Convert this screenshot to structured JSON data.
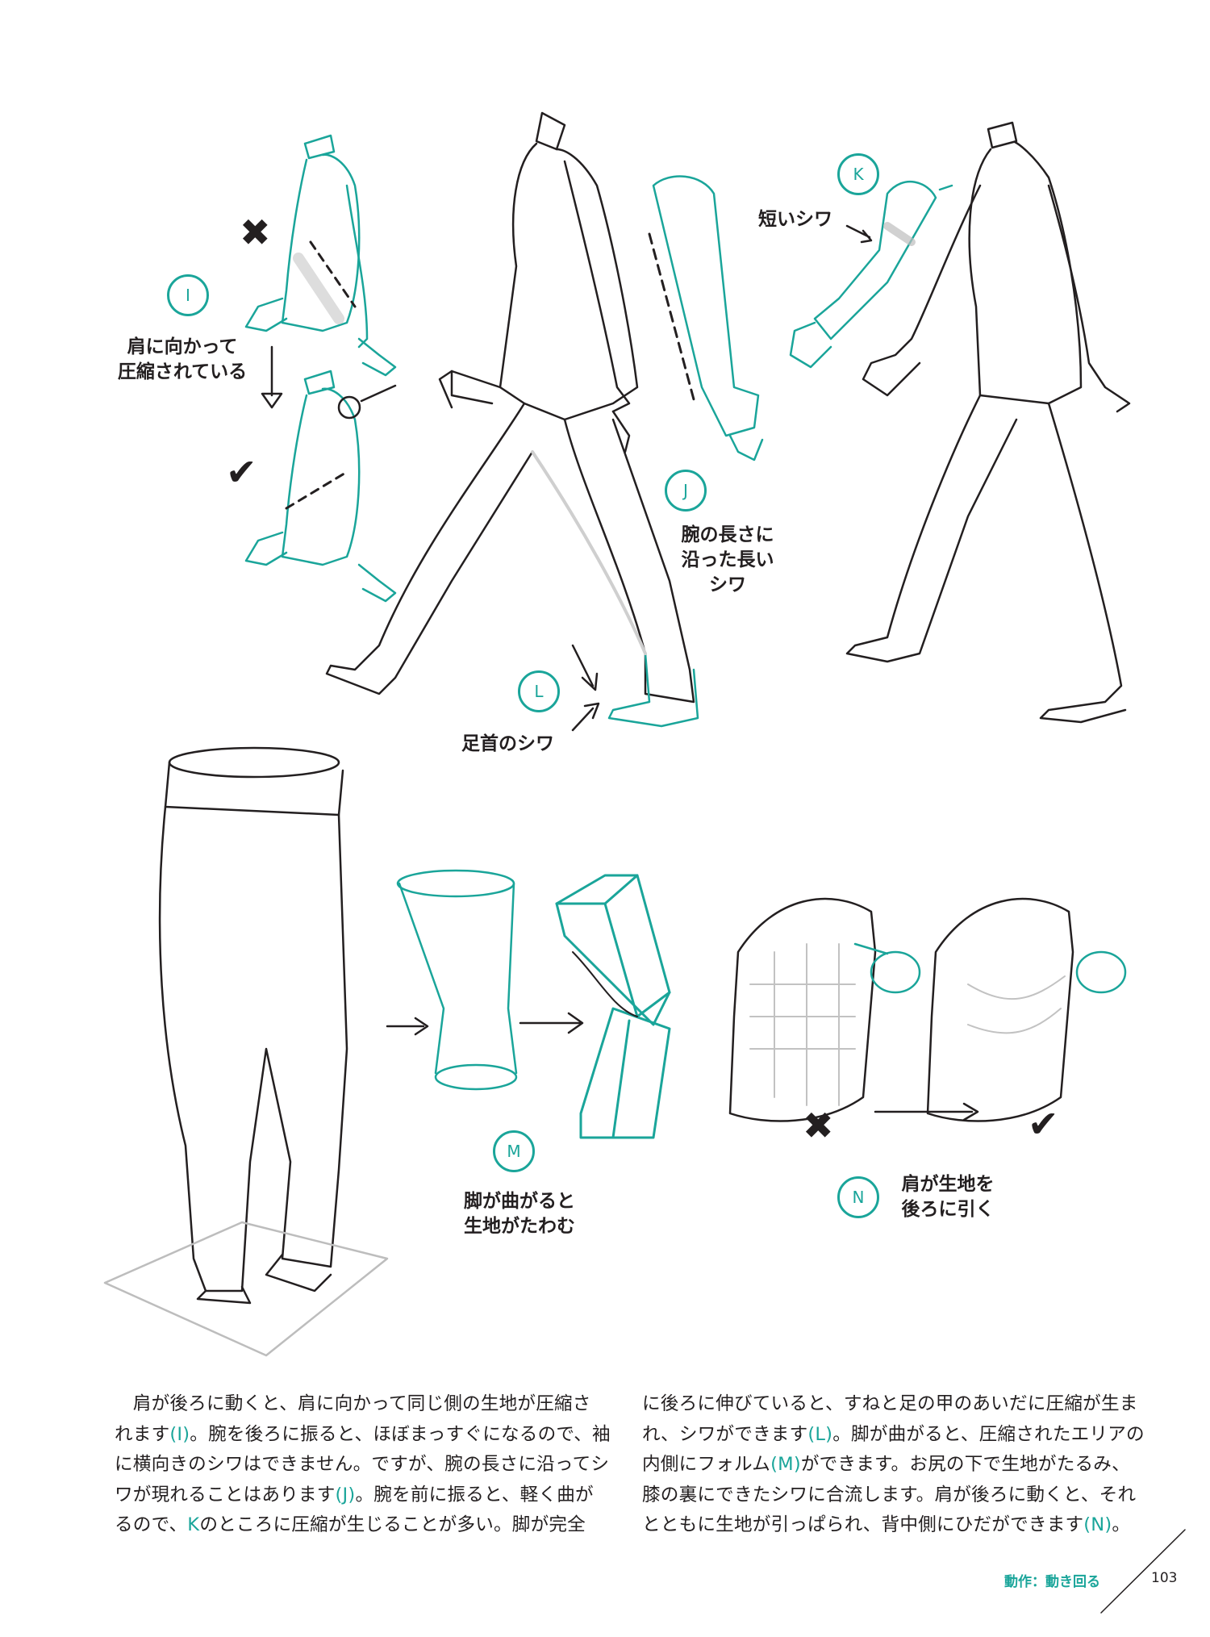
{
  "labels": {
    "I": {
      "letter": "I",
      "text_lines": [
        "肩に向かって",
        "圧縮されている"
      ]
    },
    "J": {
      "letter": "J",
      "text_lines": [
        "腕の長さに",
        "沿った長い",
        "シワ"
      ]
    },
    "K": {
      "letter": "K",
      "text": "短いシワ"
    },
    "L": {
      "letter": "L",
      "text": "足首のシワ"
    },
    "M": {
      "letter": "M",
      "text_lines": [
        "脚が曲がると",
        "生地がたわむ"
      ]
    },
    "N": {
      "letter": "N",
      "text_lines": [
        "肩が生地を",
        "後ろに引く"
      ]
    }
  },
  "marks": {
    "wrong": "✖",
    "right": "✔"
  },
  "body": {
    "left_lines": [
      {
        "pre": "　肩が後ろに動くと、肩に向かって同じ側の生地が圧縮さ",
        "hl": "",
        "post": ""
      },
      {
        "pre": "れます",
        "hl": "(I)",
        "post": "。腕を後ろに振ると、ほぼまっすぐになるので、袖"
      },
      {
        "pre": "に横向きのシワはできません。ですが、腕の長さに沿ってシ",
        "hl": "",
        "post": ""
      },
      {
        "pre": "ワが現れることはあります",
        "hl": "(J)",
        "post": "。腕を前に振ると、軽く曲が"
      },
      {
        "pre": "るので、",
        "hl": "K",
        "post": "のところに圧縮が生じることが多い。脚が完全"
      }
    ],
    "right_lines": [
      {
        "pre": "に後ろに伸びていると、すねと足の甲のあいだに圧縮が生ま",
        "hl": "",
        "post": ""
      },
      {
        "pre": "れ、シワができます",
        "hl": "(L)",
        "post": "。脚が曲がると、圧縮されたエリアの"
      },
      {
        "pre": "内側にフォルム",
        "hl": "(M)",
        "post": "ができます。お尻の下で生地がたるみ、"
      },
      {
        "pre": "膝の裏にできたシワに合流します。肩が後ろに動くと、それ",
        "hl": "",
        "post": ""
      },
      {
        "pre": "とともに生地が引っぱられ、背中側にひだができます",
        "hl": "(N)",
        "post": "。"
      }
    ]
  },
  "footer": {
    "section": "動作：動き回る",
    "page_number": "103"
  },
  "colors": {
    "accent": "#1aa59a",
    "ink": "#231f20",
    "shade": "#bdbdbd"
  }
}
